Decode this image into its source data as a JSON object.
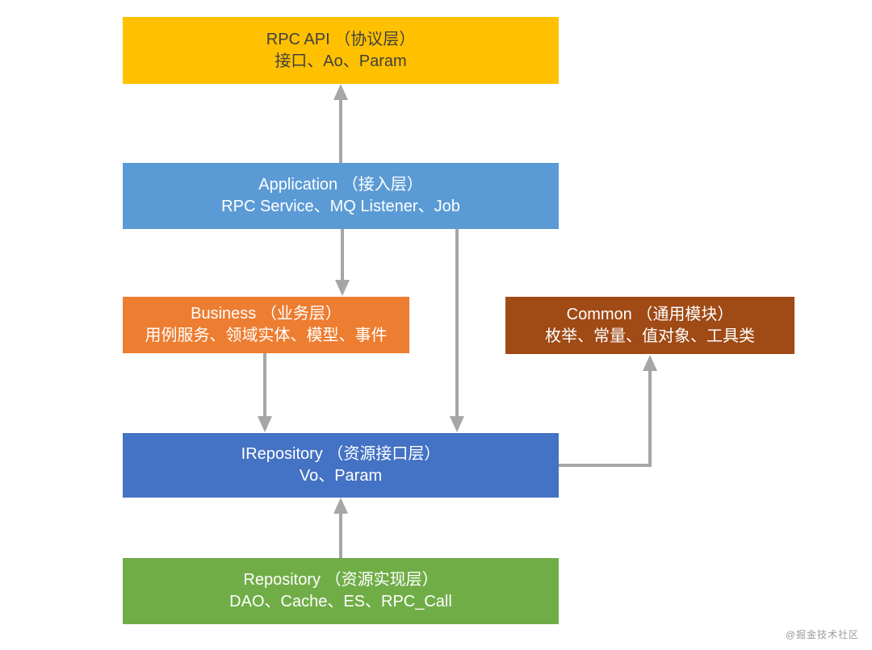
{
  "diagram": {
    "background_color": "#FFFFFF",
    "arrow_color": "#A6A6A6",
    "boxes": [
      {
        "id": "rpc-api",
        "title": "RPC API （协议层）",
        "subtitle": "接口、Ao、Param",
        "color": "#FFC000",
        "text_color": "#404040"
      },
      {
        "id": "application",
        "title": "Application （接入层）",
        "subtitle": "RPC Service、MQ Listener、Job",
        "color": "#5B9BD5",
        "text_color": "#FFFFFF"
      },
      {
        "id": "business",
        "title": "Business （业务层）",
        "subtitle": "用例服务、领域实体、模型、事件",
        "color": "#ED7D31",
        "text_color": "#FFFFFF"
      },
      {
        "id": "common",
        "title": "Common （通用模块）",
        "subtitle": "枚举、常量、值对象、工具类",
        "color": "#A04A15",
        "text_color": "#FFFFFF"
      },
      {
        "id": "irepository",
        "title": "IRepository （资源接口层）",
        "subtitle": "Vo、Param",
        "color": "#4472C4",
        "text_color": "#FFFFFF"
      },
      {
        "id": "repository",
        "title": "Repository （资源实现层）",
        "subtitle": "DAO、Cache、ES、RPC_Call",
        "color": "#70AD47",
        "text_color": "#FFFFFF"
      }
    ],
    "arrows": [
      {
        "from": "application",
        "to": "rpc-api",
        "direction": "up"
      },
      {
        "from": "application",
        "to": "business",
        "direction": "down"
      },
      {
        "from": "application",
        "to": "irepository",
        "direction": "down"
      },
      {
        "from": "business",
        "to": "irepository",
        "direction": "down"
      },
      {
        "from": "repository",
        "to": "irepository",
        "direction": "up"
      },
      {
        "from": "irepository",
        "to": "common",
        "direction": "elbow-right-up"
      }
    ],
    "watermark": "@掘金技术社区"
  }
}
